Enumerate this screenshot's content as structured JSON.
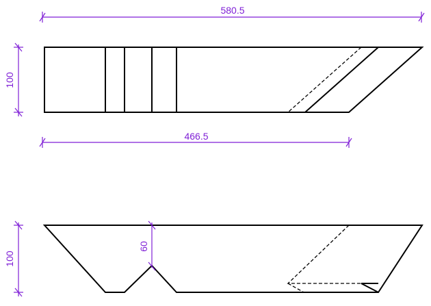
{
  "colors": {
    "dimension": "#7f1fd6",
    "outline": "#000000",
    "background": "#ffffff"
  },
  "dimensions": {
    "top_overall_length": "580.5",
    "top_height": "100",
    "top_base_length": "466.5",
    "bottom_height": "100",
    "bottom_notch_depth": "60"
  }
}
